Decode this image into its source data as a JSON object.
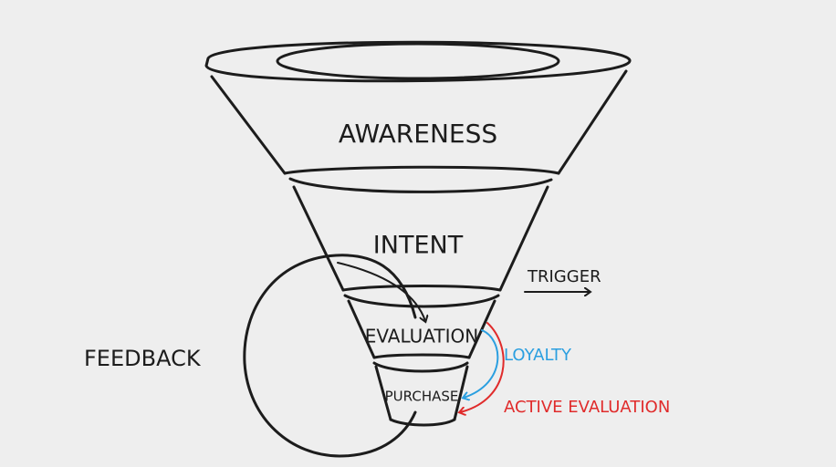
{
  "stages": {
    "awareness": "AWARENESS",
    "intent": "INTENT",
    "evaluation": "EVALUATION",
    "purchase": "PURCHASE"
  },
  "labels": {
    "feedback": "FEEDBACK",
    "trigger": "TRIGGER",
    "loyalty": "LOYALTY",
    "active_evaluation": "ACTIVE EVALUATION"
  },
  "colors": {
    "ink": "#1c1c1c",
    "loyalty": "#2b9fe0",
    "active_evaluation": "#e02b2b",
    "background": "#eeeeee"
  }
}
